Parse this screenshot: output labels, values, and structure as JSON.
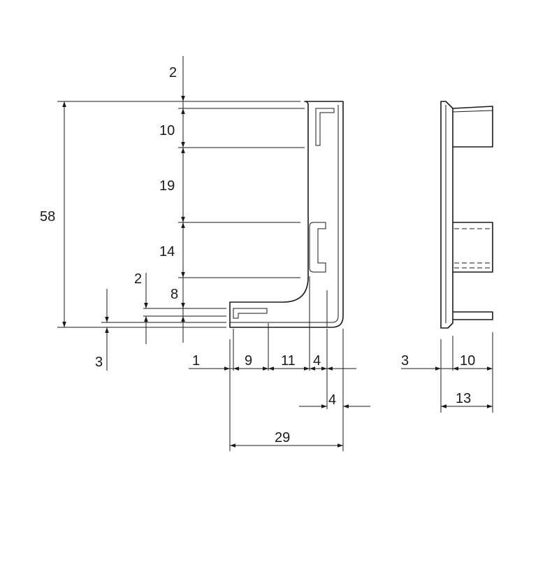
{
  "drawing": {
    "dimensions": {
      "left_height": "58",
      "top_gap": "2",
      "seg_top": "10",
      "seg_middle": "19",
      "seg_lower": "14",
      "seg_bottom": "8",
      "small_gap": "2",
      "base_thickness": "3",
      "bottom_1": "1",
      "bottom_9": "9",
      "bottom_11": "11",
      "bottom_4": "4",
      "offset_4": "4",
      "total_width": "29",
      "side_plate": "3",
      "side_pins": "10",
      "side_total": "13"
    }
  }
}
